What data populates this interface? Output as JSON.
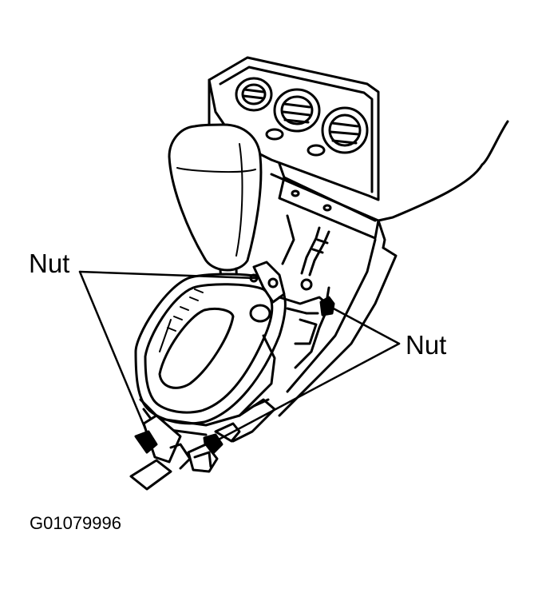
{
  "labels": {
    "nut_left": "Nut",
    "nut_right": "Nut"
  },
  "figure_code": "G01079996",
  "colors": {
    "ink": "#000000",
    "paper": "#ffffff",
    "shade": "#d9d9d9"
  }
}
